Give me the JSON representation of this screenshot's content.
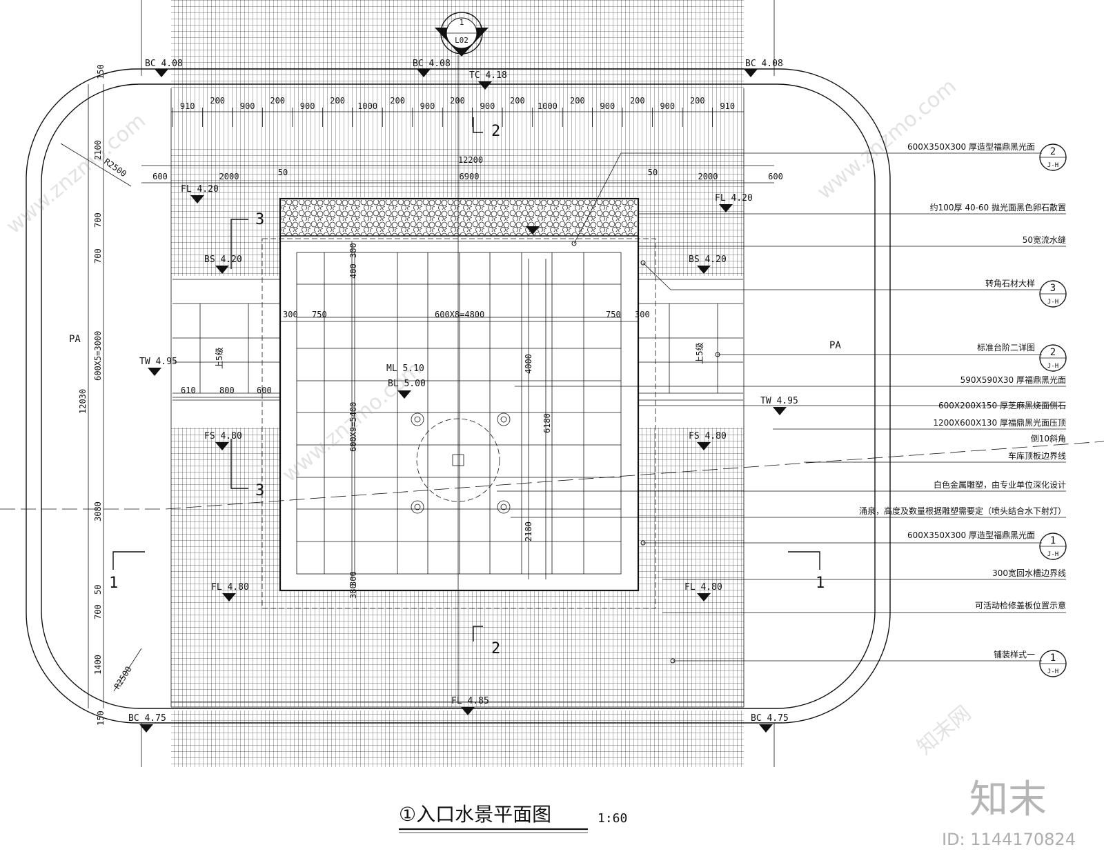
{
  "title": {
    "main": "①入口水景平面图",
    "scale": "1:60"
  },
  "top_callout": {
    "num": "1",
    "sheet": "L02"
  },
  "elevations": {
    "bc_top_left": "BC 4.08",
    "bc_top_mid": "BC 4.08",
    "bc_top_right": "BC 4.08",
    "tc_top": "TC 4.18",
    "fl_left": "FL 4.20",
    "fl_right": "FL 4.20",
    "bs_left": "BS 4.20",
    "bs_right": "BS 4.20",
    "tw_left": "TW 4.95",
    "tw_right": "TW 4.95",
    "ml": "ML 5.10",
    "bl": "BL 5.00",
    "fs_left": "FS 4.80",
    "fs_right": "FS 4.80",
    "fl_lower_left": "FL 4.80",
    "fl_lower_right": "FL 4.80",
    "fl_bottom": "FL 4.85",
    "bc_bottom_left": "BC 4.75",
    "bc_bottom_right": "BC 4.75"
  },
  "dims_top": [
    "910",
    "200",
    "900",
    "200",
    "900",
    "200",
    "1000",
    "200",
    "900",
    "200",
    "900",
    "200",
    "1000",
    "200",
    "900",
    "200",
    "900",
    "200",
    "910"
  ],
  "dims_second": {
    "overall": "12200",
    "a": "600",
    "b": "2000",
    "c": "50",
    "d": "6900",
    "e": "50",
    "f": "2000",
    "g": "600"
  },
  "dims_inner": {
    "left_300": "300",
    "left_750": "750",
    "grid": "600X8=4800",
    "right_750": "750",
    "right_300": "300",
    "v_400": "400",
    "v_300": "300",
    "v_4000": "4000",
    "v_6180": "6180",
    "v_2180": "2180",
    "v_grid": "600X9=5400",
    "v_300b": "300",
    "v_380": "380",
    "step_610": "610",
    "step_800": "800",
    "step_600": "600"
  },
  "dims_left": {
    "v150_top": "150",
    "v2100": "2100",
    "r_top": "R2500",
    "v700a": "700",
    "v700b": "700",
    "v_grid": "600X5=3000",
    "total": "12030",
    "v3080": "3080",
    "v50": "50",
    "v700c": "700",
    "v1400": "1400",
    "r_bottom": "R2500",
    "v150_bottom": "150"
  },
  "misc_labels": {
    "pa_left": "PA",
    "pa_right": "PA",
    "up_left": "上5级",
    "up_right": "上5级",
    "sec1_left": "1",
    "sec1_right": "1",
    "sec2_top": "2",
    "sec2_bottom": "2",
    "sec3_top": "3",
    "sec3_bottom": "3"
  },
  "callouts": [
    {
      "text": "600X350X300 厚造型福鼎黑光面",
      "num": "2",
      "sheet": "J-H"
    },
    {
      "text": "约100厚  40-60 抛光面黑色卵石散置"
    },
    {
      "text": "50宽流水缝"
    },
    {
      "text": "转角石材大样",
      "num": "3",
      "sheet": "J-H"
    },
    {
      "text": "标准台阶二详图",
      "num": "2",
      "sheet": "J-H"
    },
    {
      "text": "590X590X30 厚福鼎黑光面"
    },
    {
      "text": "600X200X150 厚芝麻黑烧面侧石"
    },
    {
      "text": "1200X600X130 厚福鼎黑光面压顶"
    },
    {
      "text": "倒10斜角"
    },
    {
      "text": "车库顶板边界线"
    },
    {
      "text": "白色金属雕塑，由专业单位深化设计"
    },
    {
      "text": "涌泉，高度及数量根据雕塑需要定（喷头结合水下射灯）"
    },
    {
      "text": "600X350X300 厚造型福鼎黑光面",
      "num": "1",
      "sheet": "J-H"
    },
    {
      "text": "300宽回水槽边界线"
    },
    {
      "text": "可活动检修盖板位置示意"
    },
    {
      "text": "铺装样式一",
      "num": "1",
      "sheet": "J-H"
    }
  ],
  "watermark": {
    "brand": "知末",
    "id_text": "ID: 1144170824",
    "site": "www.znzmo.com",
    "site_cn": "知末网"
  }
}
